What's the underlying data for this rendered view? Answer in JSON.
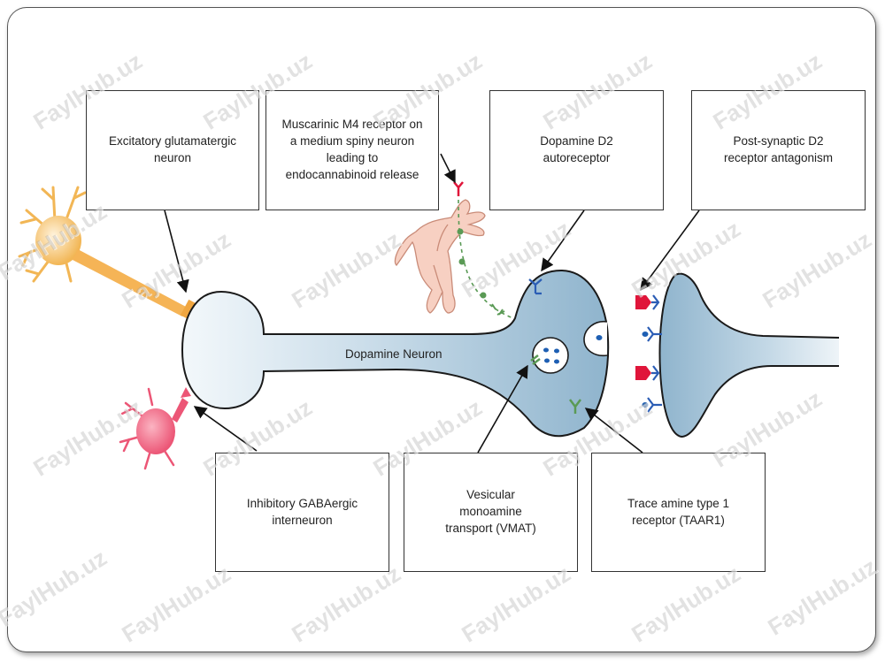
{
  "labels": {
    "glutamatergic": "Excitatory glutamatergic\nneuron",
    "muscarinic": "Muscarinic M4 receptor on\na medium spiny neuron\nleading to\nendocannabinoid release",
    "d2_auto": "Dopamine D2\nautoreceptor",
    "postsynaptic": "Post-synaptic D2\nreceptor antagonism",
    "gabaergic": "Inhibitory GABAergic\ninterneuron",
    "vmat": "Vesicular\nmonoamine\ntransport (VMAT)",
    "taar1": "Trace amine type 1\nreceptor (TAAR1)",
    "dopamine_neuron": "Dopamine Neuron"
  },
  "watermark": "FaylHub.uz",
  "colors": {
    "neuron_fill_dark": "#9cbfd6",
    "neuron_fill_light": "#eef4f8",
    "glutamate_neuron": "#f5c06a",
    "gaba_neuron": "#f2708a",
    "msn_neuron": "#f1b8a6",
    "receptor_blue": "#2b5db5",
    "receptor_green": "#5a9a55",
    "antagonist_red": "#e0153a",
    "vesicle_dot": "#1e5fb3"
  }
}
